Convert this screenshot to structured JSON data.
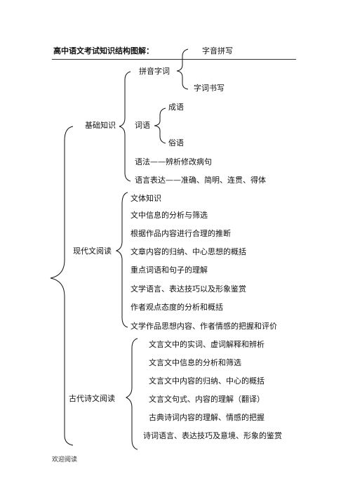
{
  "title": "高中语文考试知识结构图解：",
  "top_branch": [
    "字音拼写",
    "字词书写"
  ],
  "basic": {
    "label": "基础知识",
    "pinyin": "拼音字词",
    "ciyu": "词语",
    "ciyu_items": [
      "成语",
      "俗语"
    ],
    "grammar": "语法——辨析修改病句",
    "expression": "语言表达——准确、简明、连贯、得体"
  },
  "modern": {
    "label": "现代文阅读",
    "items": [
      "文体知识",
      "文中信息的分析与筛选",
      "根据作品内容进行合理的推断",
      "文章内容的归纳、中心思想的概括",
      "重点词语和句子的理解",
      "文学语言、表达技巧以及形象鉴赏",
      "作者观点态度的分析和概括",
      "文学作品思想内容、作者情感的把握和评价"
    ]
  },
  "ancient": {
    "label": "古代诗文阅读",
    "items": [
      "文言文中的实词、虚词解释和辨析",
      "文言文中信息的分析和筛选",
      "文言文中内容的归纳、中心的概括",
      "文言文句式、内容的理解（翻译）",
      "古典诗词内容的理解、情感的把握",
      "诗词语言、表达技巧及意境、形象的鉴赏"
    ]
  },
  "footer": "欢迎阅读"
}
